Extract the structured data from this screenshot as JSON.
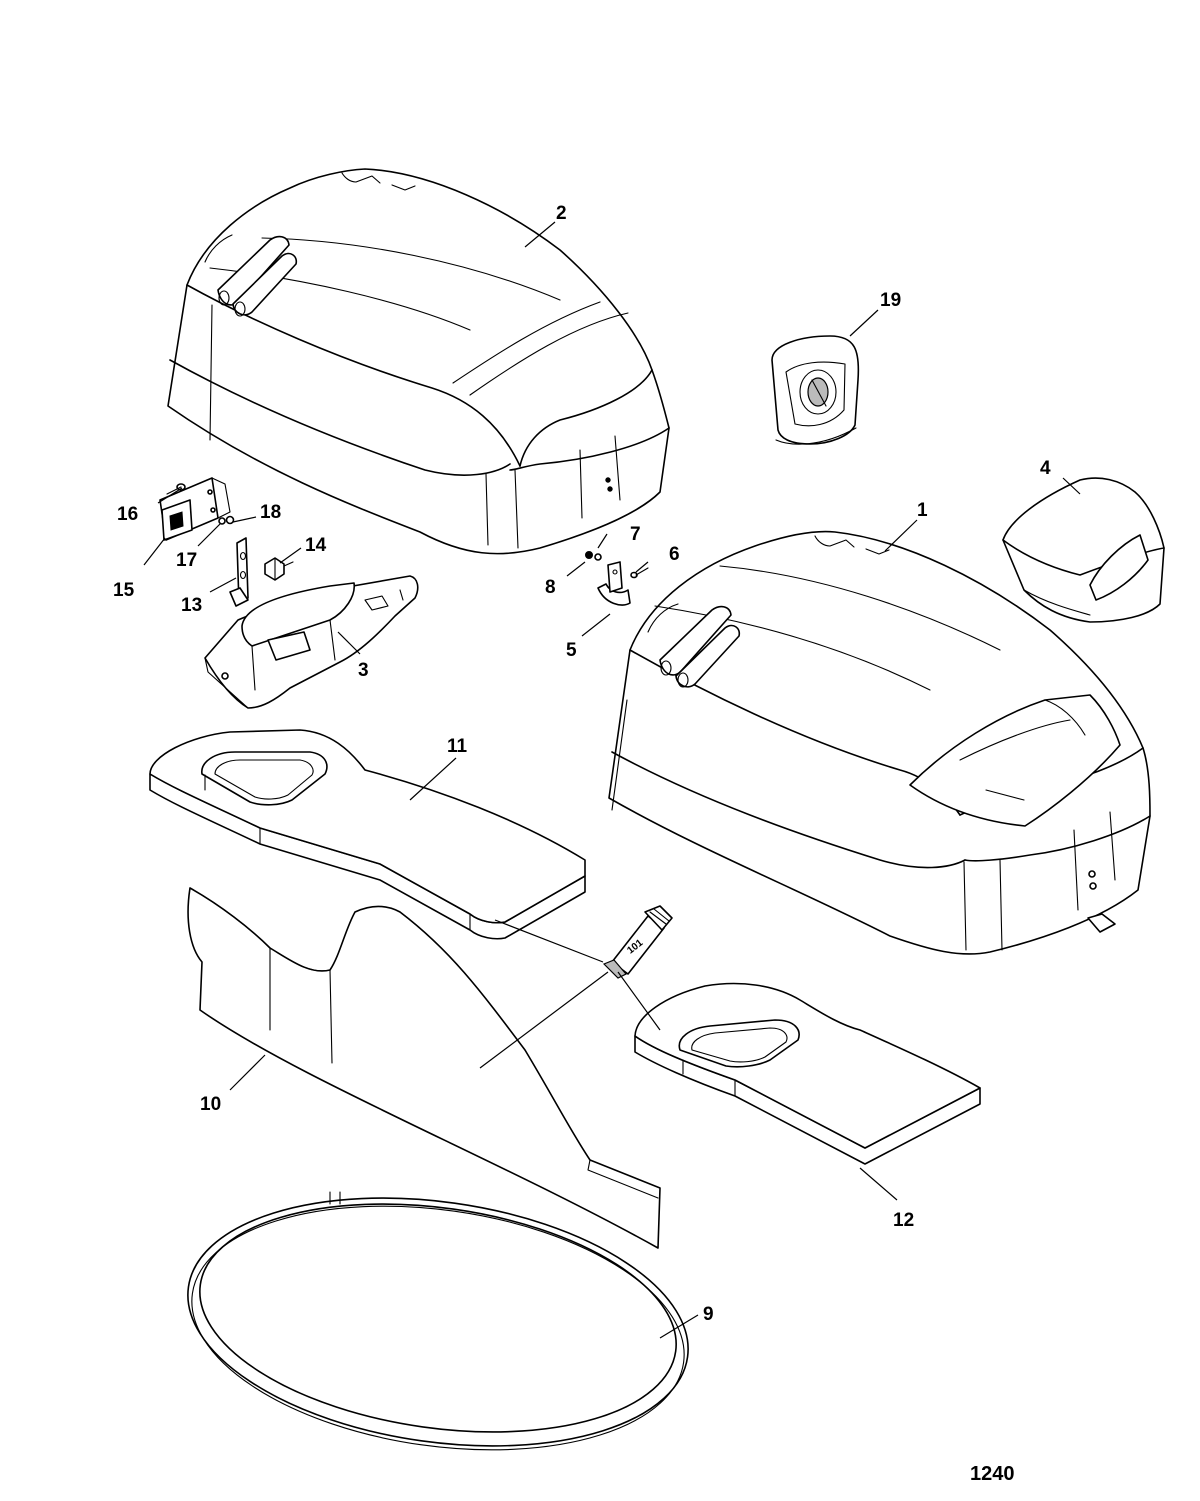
{
  "callouts": {
    "c1": "1",
    "c2": "2",
    "c3": "3",
    "c4": "4",
    "c5": "5",
    "c6": "6",
    "c7": "7",
    "c8": "8",
    "c9": "9",
    "c10": "10",
    "c11": "11",
    "c12": "12",
    "c13": "13",
    "c14": "14",
    "c15": "15",
    "c16": "16",
    "c17": "17",
    "c18": "18",
    "c19": "19"
  },
  "tube_label": "101",
  "figure_number": "1240"
}
